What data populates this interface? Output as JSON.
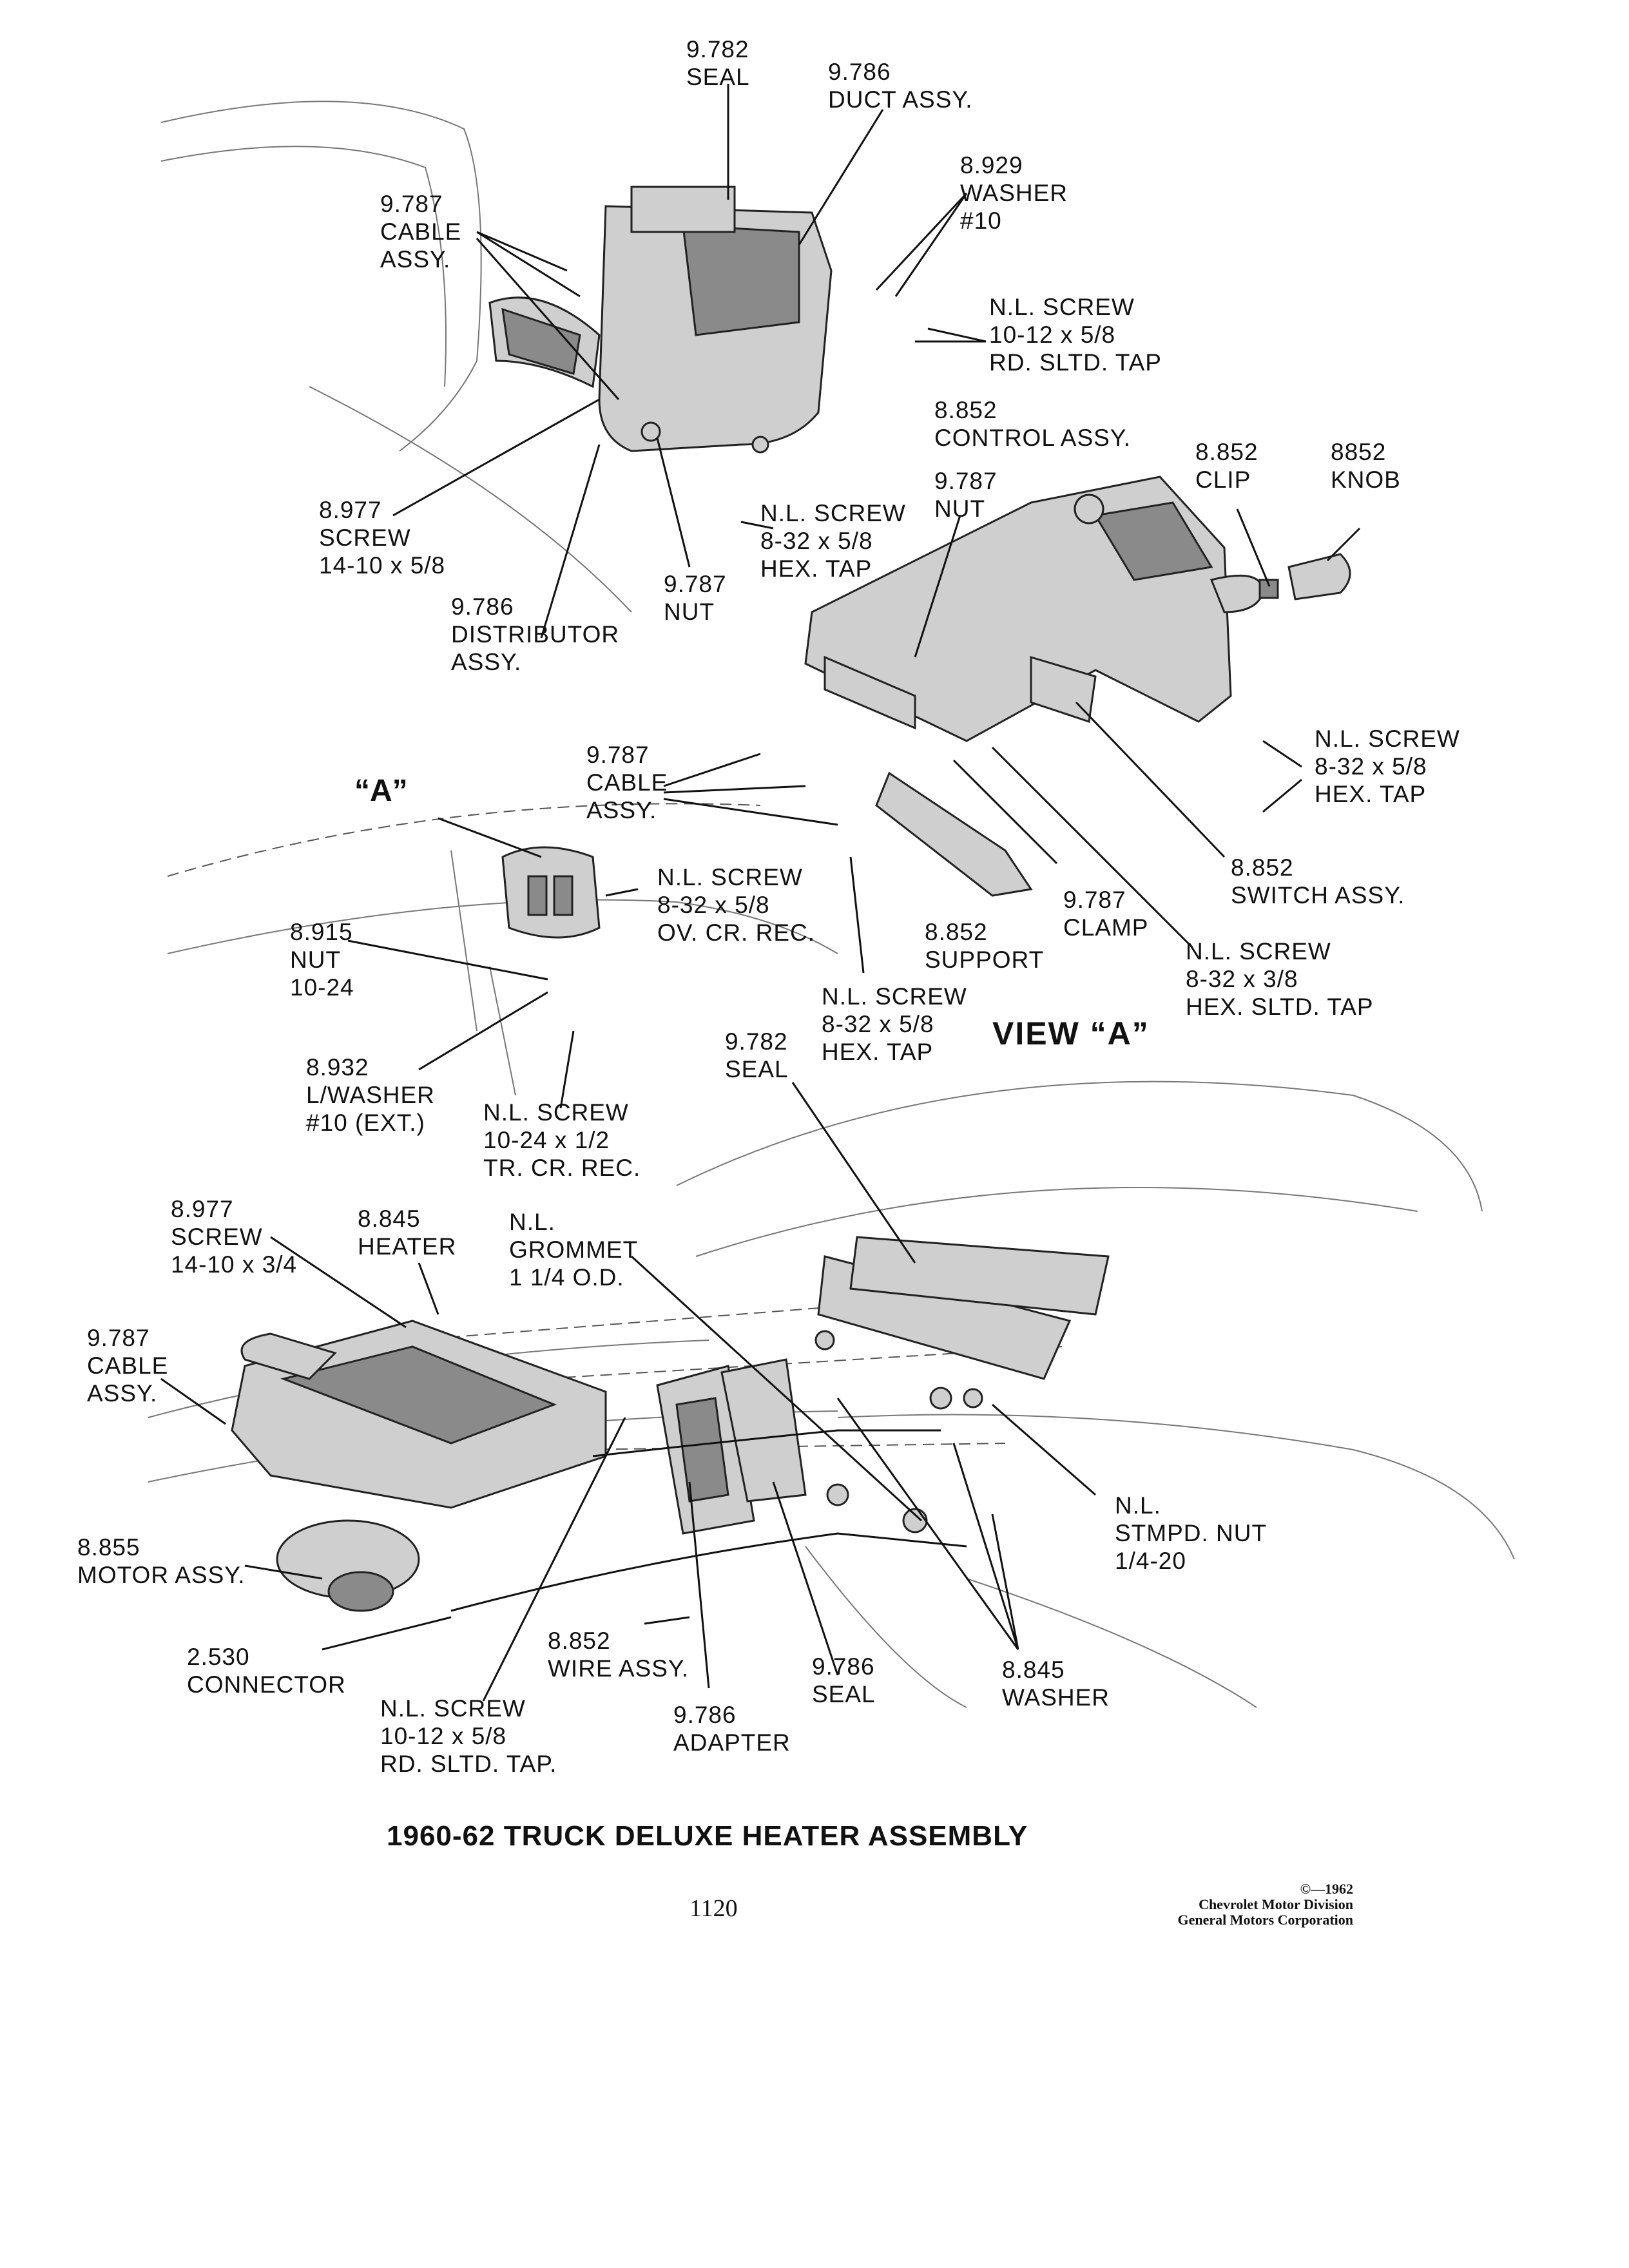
{
  "labels": {
    "seal_top": [
      "9.782",
      "SEAL"
    ],
    "duct_assy": [
      "9.786",
      "DUCT ASSY."
    ],
    "washer_10": [
      "8.929",
      "WASHER",
      "#10"
    ],
    "cable_assy_top": [
      "9.787",
      "CABLE",
      "ASSY."
    ],
    "screw_10_12_top": [
      "N.L. SCREW",
      "10-12 x 5/8",
      "RD. SLTD. TAP"
    ],
    "control_assy": [
      "8.852",
      "CONTROL ASSY."
    ],
    "clip": [
      "8.852",
      "CLIP"
    ],
    "knob": [
      "8852",
      "KNOB"
    ],
    "nut_control": [
      "9.787",
      "NUT"
    ],
    "screw_14_10_top": [
      "8.977",
      "SCREW",
      "14-10 x 5/8"
    ],
    "screw_8_32_hex_top": [
      "N.L. SCREW",
      "8-32 x 5/8",
      "HEX. TAP"
    ],
    "nut_distributor": [
      "9.787",
      "NUT"
    ],
    "distributor_assy": [
      "9.786",
      "DISTRIBUTOR",
      "ASSY."
    ],
    "cable_assy_mid": [
      "9.787",
      "CABLE",
      "ASSY."
    ],
    "screw_8_32_hex_right": [
      "N.L. SCREW",
      "8-32 x 5/8",
      "HEX. TAP"
    ],
    "switch_assy": [
      "8.852",
      "SWITCH ASSY."
    ],
    "screw_8_32_ov": [
      "N.L. SCREW",
      "8-32 x 5/8",
      "OV. CR. REC."
    ],
    "nut_10_24": [
      "8.915",
      "NUT",
      "10-24"
    ],
    "support": [
      "8.852",
      "SUPPORT"
    ],
    "clamp": [
      "9.787",
      "CLAMP"
    ],
    "screw_8_32_slotted": [
      "N.L. SCREW",
      "8-32 x 3/8",
      "HEX. SLTD. TAP"
    ],
    "screw_8_32_hex_low": [
      "N.L. SCREW",
      "8-32 x 5/8",
      "HEX. TAP"
    ],
    "lwasher": [
      "8.932",
      "L/WASHER",
      "#10 (EXT.)"
    ],
    "screw_10_24": [
      "N.L. SCREW",
      "10-24 x 1/2",
      "TR. CR. REC."
    ],
    "seal_mid": [
      "9.782",
      "SEAL"
    ],
    "screw_14_10_low": [
      "8.977",
      "SCREW",
      "14-10 x 3/4"
    ],
    "heater": [
      "8.845",
      "HEATER"
    ],
    "grommet": [
      "N.L.",
      "GROMMET",
      "1 1/4 O.D."
    ],
    "cable_assy_low": [
      "9.787",
      "CABLE",
      "ASSY."
    ],
    "stmpd_nut": [
      "N.L.",
      "STMPD. NUT",
      "1/4-20"
    ],
    "motor_assy": [
      "8.855",
      "MOTOR ASSY."
    ],
    "connector": [
      "2.530",
      "CONNECTOR"
    ],
    "wire_assy": [
      "8.852",
      "WIRE ASSY."
    ],
    "seal_low": [
      "9.786",
      "SEAL"
    ],
    "washer_low": [
      "8.845",
      "WASHER"
    ],
    "screw_10_12_low": [
      "N.L. SCREW",
      "10-12 x 5/8",
      "RD. SLTD. TAP."
    ],
    "adapter": [
      "9.786",
      "ADAPTER"
    ]
  },
  "view_a_marker": "“A”",
  "view_a_caption": "VIEW “A”",
  "title": "1960-62 TRUCK DELUXE HEATER ASSEMBLY",
  "page_number": "1120",
  "copyright": [
    "©—1962",
    "Chevrolet Motor Division",
    "General Motors Corporation"
  ]
}
